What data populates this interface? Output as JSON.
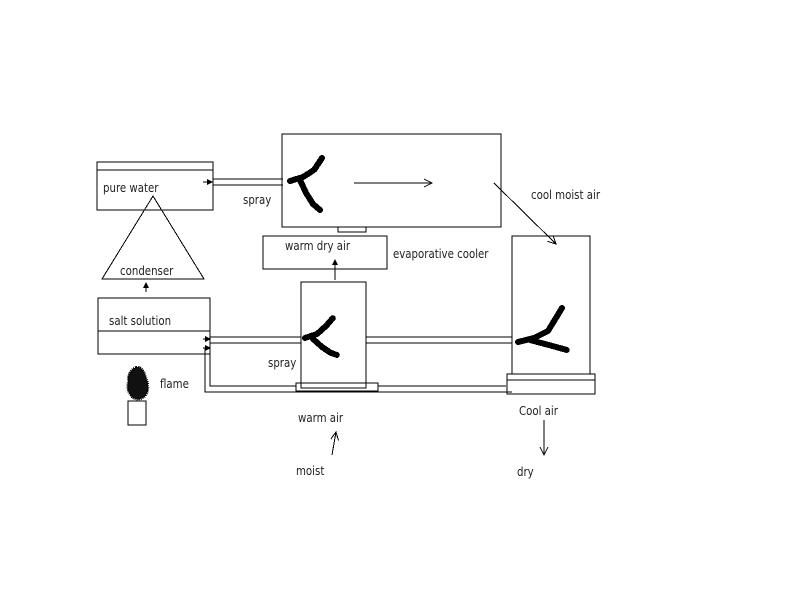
{
  "colors": {
    "line": "#000000",
    "text": "#222222",
    "background": "#ffffff"
  },
  "icons": {
    "spray": "spray-nozzle-icon",
    "flame": "flame-icon"
  },
  "labels": {
    "pure_water": "pure water",
    "condenser": "condenser",
    "salt_solution": "salt solution",
    "flame": "flame",
    "spray_top": "spray",
    "spray_mid": "spray",
    "warm_dry_air": "warm dry air",
    "evaporative_cooler": "evaporative cooler",
    "cool_moist_air": "cool moist air",
    "warm_air": "warm air",
    "moist": "moist",
    "cool_air": "Cool air",
    "dry": "dry"
  }
}
